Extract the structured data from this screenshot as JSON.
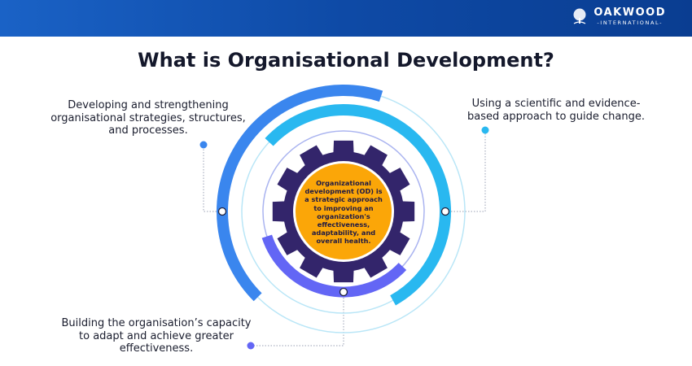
{
  "header": {
    "logo": {
      "name": "OAKWOOD",
      "subtitle": "-INTERNATIONAL-"
    }
  },
  "title": "What is Organisational Development?",
  "center_text": "Organizational development (OD) is a strategic approach to improving an organization's effectiveness, adaptability, and overall health.",
  "points": [
    {
      "id": "strategies",
      "text": "Developing and strengthening organisational strategies, structures, and processes.",
      "color": "#3a86ee"
    },
    {
      "id": "scientific",
      "text": "Using a scientific and evidence-based approach to guide change.",
      "color": "#29b8f0"
    },
    {
      "id": "capacity",
      "text": "Building the organisation’s capacity to adapt and achieve greater effectiveness.",
      "color": "#6366f5"
    }
  ],
  "colors": {
    "gear": "#33256b",
    "core": "#fba608",
    "header": "#0e4aa6",
    "ring_outer": "#b9e6f7",
    "ring_inner": "#aab4f0"
  }
}
